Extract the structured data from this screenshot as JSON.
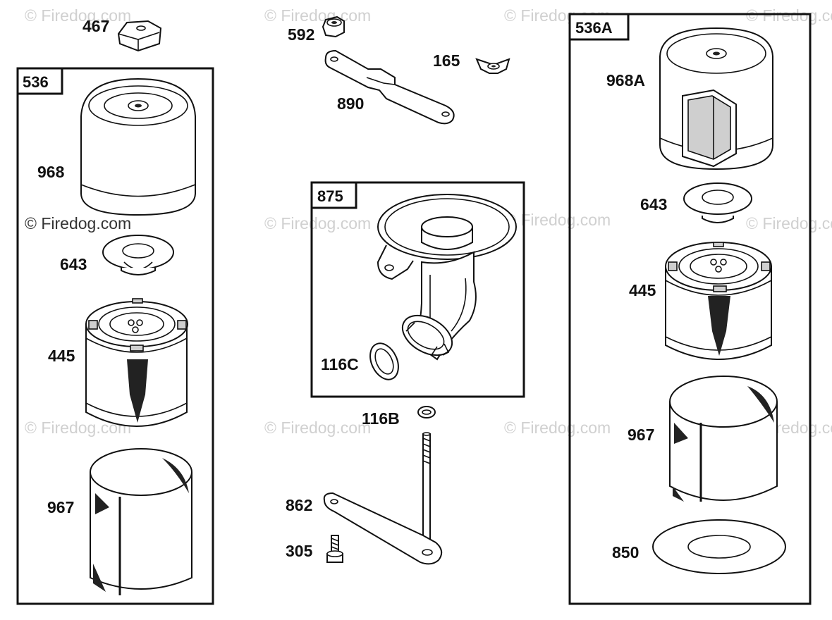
{
  "boxes": {
    "left": "536",
    "middle": "875",
    "right": "536A"
  },
  "labels": {
    "l467": "467",
    "l968": "968",
    "l643a": "643",
    "l445a": "445",
    "l967a": "967",
    "l592": "592",
    "l165": "165",
    "l890": "890",
    "l116c": "116C",
    "l116b": "116B",
    "l862": "862",
    "l305": "305",
    "l968a": "968A",
    "l643b": "643",
    "l445b": "445",
    "l967b": "967",
    "l850": "850"
  },
  "watermark": "© Firedog.com"
}
